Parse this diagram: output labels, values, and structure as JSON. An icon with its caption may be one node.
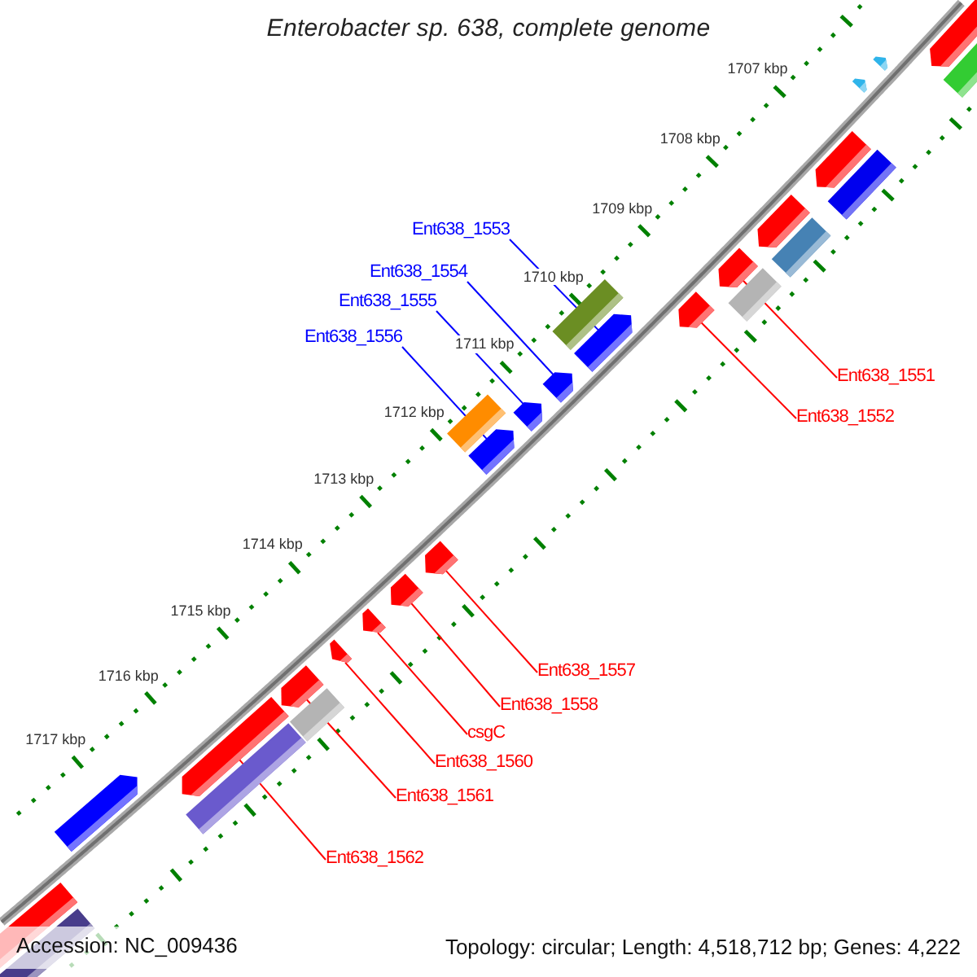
{
  "diagram": {
    "title": "Enterobacter sp. 638, complete genome",
    "nodes": [
      {
        "text": [
          "Ent638_1553"
        ]
      },
      {
        "text": [
          "Ent638_1554"
        ]
      },
      {
        "text": [
          "Ent638_1555"
        ]
      },
      {
        "text": [
          "Ent638_1556"
        ]
      },
      {
        "text": [
          "Ent638_1551"
        ]
      },
      {
        "text": [
          "Ent638_1552"
        ]
      },
      {
        "text": [
          "Ent638_1557"
        ]
      },
      {
        "text": [
          "Ent638_1558"
        ]
      },
      {
        "text": [
          "csgC"
        ]
      },
      {
        "text": [
          "Ent638_1560"
        ]
      },
      {
        "text": [
          "Ent638_1561"
        ]
      },
      {
        "text": [
          "Ent638_1562"
        ]
      },
      {
        "text": [],
        "shape": "arrow"
      },
      {
        "text": [],
        "shape": "arrow"
      },
      {
        "text": [],
        "shape": "arrow"
      },
      {
        "text": [],
        "shape": "arrow"
      },
      {
        "text": [],
        "shape": "arrow"
      },
      {
        "text": [],
        "shape": "arrow"
      },
      {
        "text": [],
        "shape": "arrow"
      },
      {
        "text": [],
        "shape": "arrow"
      },
      {
        "text": [],
        "shape": "arrow"
      },
      {
        "text": [],
        "shape": "arrow"
      },
      {
        "text": [],
        "shape": "arrow"
      },
      {
        "text": [],
        "shape": "arrow"
      }
    ],
    "edges": [
      {
        "from": 0,
        "to": 14,
        "arrow": "none",
        "color": "#0000ff"
      },
      {
        "from": 1,
        "to": 15,
        "arrow": "none",
        "color": "#0000ff"
      },
      {
        "from": 2,
        "to": 16,
        "arrow": "none",
        "color": "#0000ff"
      },
      {
        "from": 3,
        "to": 17,
        "arrow": "none",
        "color": "#0000ff"
      },
      {
        "from": 4,
        "to": 12,
        "arrow": "none",
        "color": "#ff0000"
      },
      {
        "from": 5,
        "to": 13,
        "arrow": "none",
        "color": "#ff0000"
      },
      {
        "from": 6,
        "to": 18,
        "arrow": "none",
        "color": "#ff0000"
      },
      {
        "from": 7,
        "to": 19,
        "arrow": "none",
        "color": "#ff0000"
      },
      {
        "from": 8,
        "to": 20,
        "arrow": "none",
        "color": "#ff0000"
      },
      {
        "from": 9,
        "to": 21,
        "arrow": "none",
        "color": "#ff0000"
      },
      {
        "from": 10,
        "to": 22,
        "arrow": "none",
        "color": "#ff0000"
      },
      {
        "from": 11,
        "to": 23,
        "arrow": "none",
        "color": "#ff0000"
      }
    ],
    "labels": [
      "1707 kbp",
      "1708 kbp",
      "1709 kbp",
      "1710 kbp",
      "1711 kbp",
      "1712 kbp",
      "1713 kbp",
      "1714 kbp",
      "1715 kbp",
      "1716 kbp",
      "1717 kbp",
      "Accession: NC_009436",
      "Topology: circular; Length: 4,518,712 bp; Genes: 4,222"
    ]
  }
}
